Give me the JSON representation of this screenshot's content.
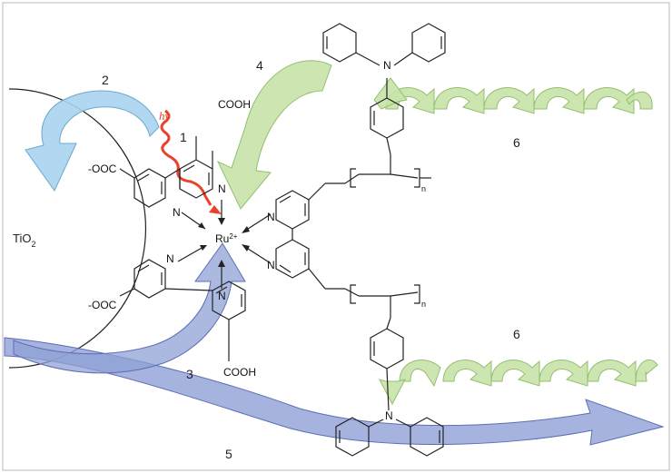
{
  "labels": {
    "tio2": "TiO",
    "tio2_sub": "2",
    "ru": "Ru",
    "ru_sup": "2+",
    "hv": "hν",
    "cooh_top": "COOH",
    "cooh_bottom": "COOH",
    "ooc_top": "-OOC",
    "ooc_bottom": "-OOC",
    "n": "N",
    "subscript_n": "n"
  },
  "steps": {
    "s1": "1",
    "s2": "2",
    "s3": "3",
    "s4": "4",
    "s5": "5",
    "s6a": "6",
    "s6b": "6"
  },
  "colors": {
    "blue_arrow": "#8fa0d6",
    "light_blue_arrow": "#a9d3ef",
    "green_arrow": "#c8e3a8",
    "red_wave": "#e8432a"
  }
}
